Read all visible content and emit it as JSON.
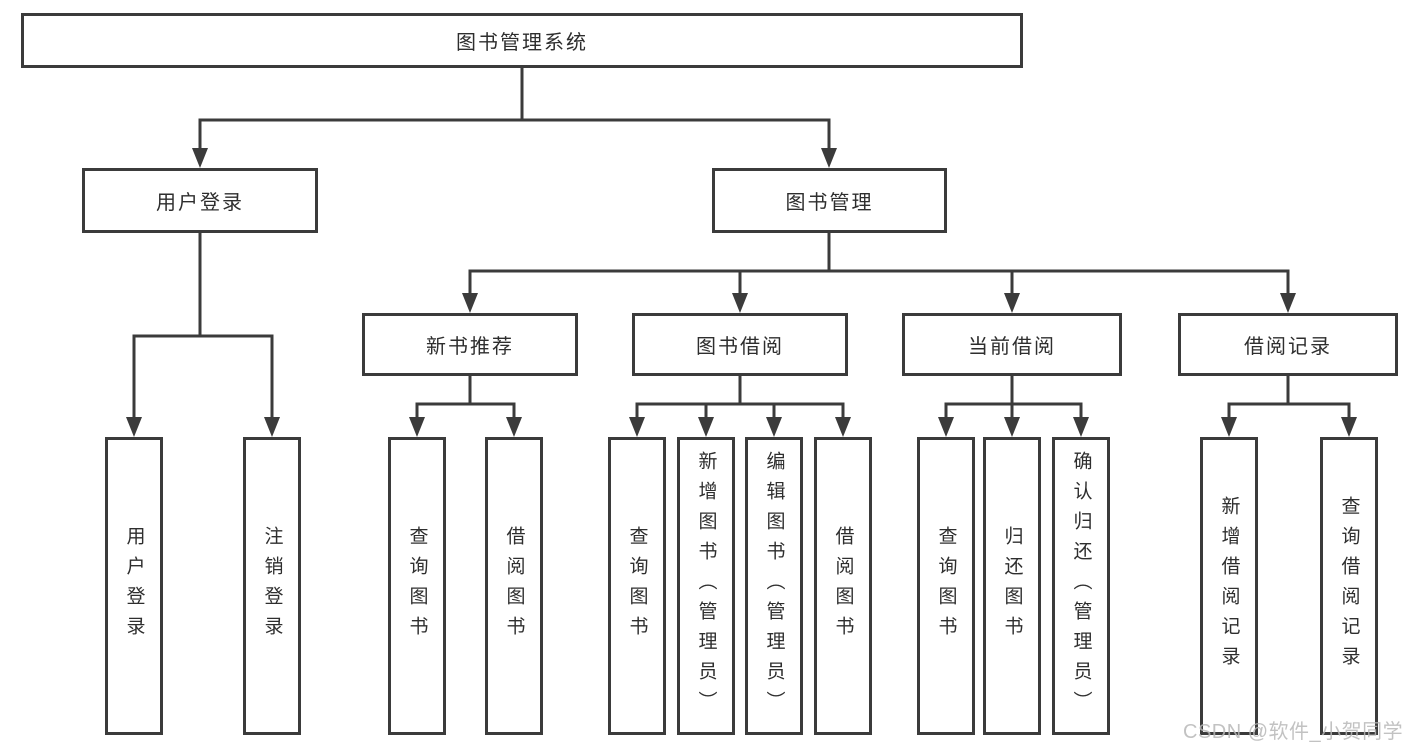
{
  "tree": {
    "root": {
      "label": "图书管理系统",
      "children": [
        {
          "label": "用户登录",
          "children": [
            {
              "label": "用户登录"
            },
            {
              "label": "注销登录"
            }
          ]
        },
        {
          "label": "图书管理",
          "children": [
            {
              "label": "新书推荐",
              "children": [
                {
                  "label": "查询图书"
                },
                {
                  "label": "借阅图书"
                }
              ]
            },
            {
              "label": "图书借阅",
              "children": [
                {
                  "label": "查询图书"
                },
                {
                  "label": "新增图书（管理员）"
                },
                {
                  "label": "编辑图书（管理员）"
                },
                {
                  "label": "借阅图书"
                }
              ]
            },
            {
              "label": "当前借阅",
              "children": [
                {
                  "label": "查询图书"
                },
                {
                  "label": "归还图书"
                },
                {
                  "label": "确认归还（管理员）"
                }
              ]
            },
            {
              "label": "借阅记录",
              "children": [
                {
                  "label": "新增借阅记录"
                },
                {
                  "label": "查询借阅记录"
                }
              ]
            }
          ]
        }
      ]
    }
  },
  "watermark": {
    "text": "CSDN @软件_小贺同学"
  },
  "colors": {
    "line": "#3b3b3b",
    "text": "#2e2e2e",
    "background": "#ffffff",
    "watermark": "#b8b8b8"
  }
}
